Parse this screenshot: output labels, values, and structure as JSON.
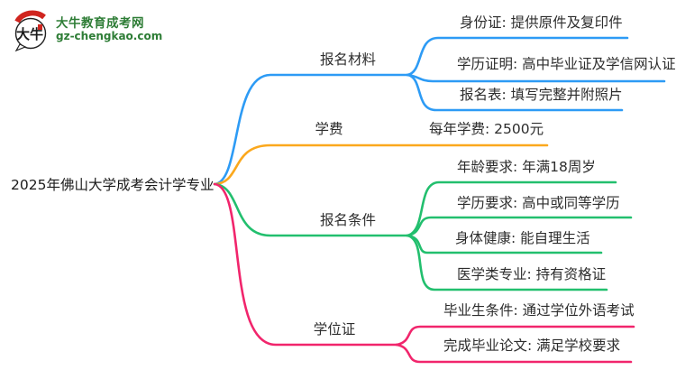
{
  "brand": {
    "logo_text": "大牛",
    "name": "大牛教育成考网",
    "domain": "gz-chengkao.com",
    "green": "#2e7d36",
    "red": "#d0251f"
  },
  "mindmap": {
    "root": "2025年佛山大学成考会计学专业",
    "branches": [
      {
        "label": "报名材料",
        "color": "#2d9bf5",
        "children": [
          "身份证: 提供原件及复印件",
          "学历证明: 高中毕业证及学信网认证",
          "报名表: 填写完整并附照片"
        ]
      },
      {
        "label": "学费",
        "color": "#fba81d",
        "children": [
          "每年学费: 2500元"
        ]
      },
      {
        "label": "报名条件",
        "color": "#22bf6e",
        "children": [
          "年龄要求: 年满18周岁",
          "学历要求: 高中或同等学历",
          "身体健康: 能自理生活",
          "医学类专业: 持有资格证"
        ]
      },
      {
        "label": "学位证",
        "color": "#f1256c",
        "children": [
          "毕业生条件: 通过学位外语考试",
          "完成毕业论文: 满足学校要求"
        ]
      }
    ]
  }
}
